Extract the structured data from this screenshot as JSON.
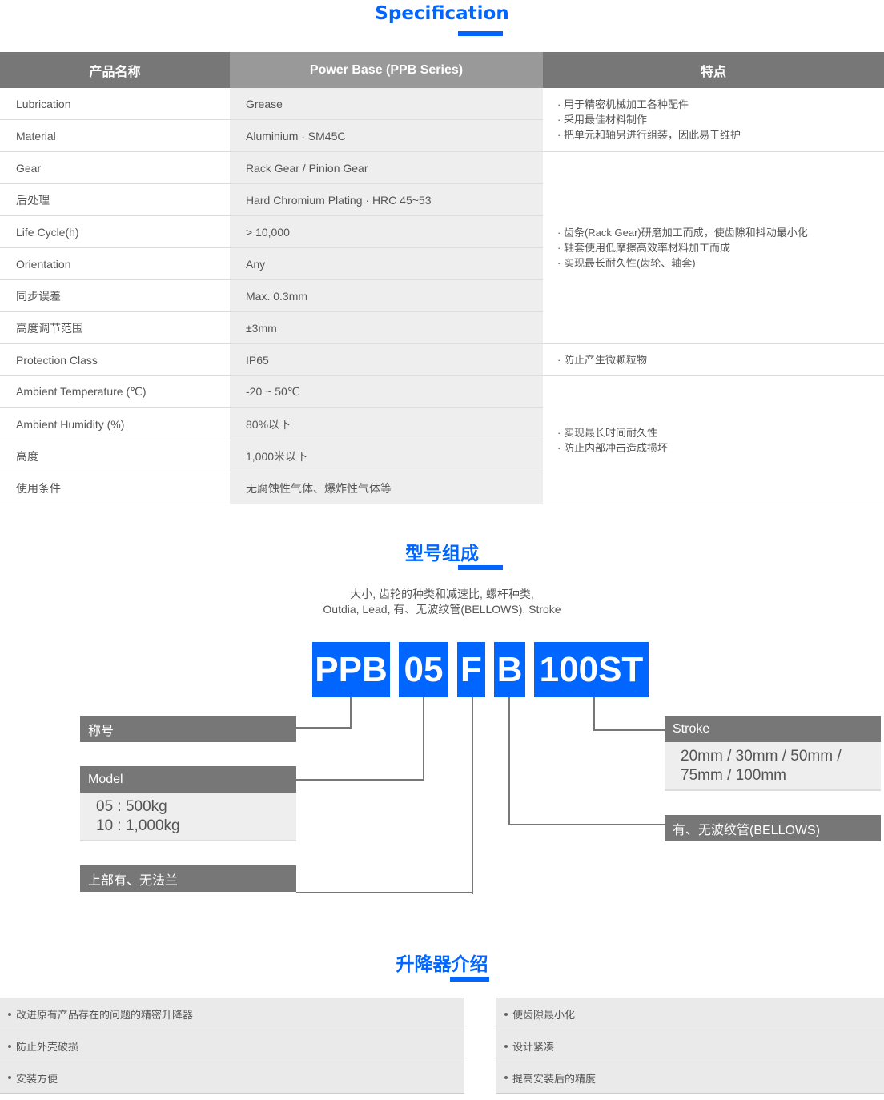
{
  "spec": {
    "title": "Specification",
    "headers": [
      "产品名称",
      "Power Base (PPB Series)",
      "特点"
    ],
    "rows": [
      {
        "name": "Lubrication",
        "value": "Grease"
      },
      {
        "name": "Material",
        "value": "Aluminium · SM45C"
      },
      {
        "name": "Gear",
        "value": "Rack Gear / Pinion Gear"
      },
      {
        "name": "后处理",
        "value": "Hard Chromium Plating · HRC 45~53"
      },
      {
        "name": "Life Cycle(h)",
        "value": "> 10,000"
      },
      {
        "name": "Orientation",
        "value": "Any"
      },
      {
        "name": "同步误差",
        "value": "Max. 0.3mm"
      },
      {
        "name": "高度调节范围",
        "value": "±3mm"
      },
      {
        "name": "Protection Class",
        "value": "IP65"
      },
      {
        "name": "Ambient Temperature (℃)",
        "value": "-20 ~ 50℃"
      },
      {
        "name": "Ambient Humidity (%)",
        "value": "80%以下"
      },
      {
        "name": "高度",
        "value": "1,000米以下"
      },
      {
        "name": "使用条件",
        "value": "无腐蚀性气体、爆炸性气体等"
      }
    ],
    "features": [
      {
        "lines": [
          "· 用于精密机械加工各种配件",
          "· 采用最佳材料制作",
          "· 把单元和轴另进行组装，因此易于维护"
        ]
      },
      {
        "lines": [
          "· 齿条(Rack Gear)研磨加工而成，使齿隙和抖动最小化",
          "· 轴套使用低摩擦高效率材料加工而成",
          "· 实现最长耐久性(齿轮、轴套)"
        ]
      },
      {
        "lines": [
          "· 防止产生微颗粒物"
        ]
      },
      {
        "lines": [
          "· 实现最长时间耐久性",
          "· 防止内部冲击造成损坏"
        ]
      }
    ]
  },
  "model": {
    "title": "型号组成",
    "subtitle_line1": "大小, 齿轮的种类和减速比, 螺杆种类,",
    "subtitle_line2": "Outdia, Lead, 有、无波纹管(BELLOWS), Stroke",
    "codes": [
      "PPB",
      "05",
      "F",
      "B",
      "100ST"
    ],
    "code_color": "#0066ff",
    "labels": {
      "name": {
        "title": "称号"
      },
      "model": {
        "title": "Model",
        "lines": [
          "05 : 500kg",
          "10 : 1,000kg"
        ]
      },
      "flange": {
        "title": "上部有、无法兰"
      },
      "stroke": {
        "title": "Stroke",
        "lines": [
          "20mm / 30mm / 50mm /",
          "75mm / 100mm"
        ]
      },
      "bellows": {
        "title": "有、无波纹管(BELLOWS)"
      }
    }
  },
  "intro": {
    "title": "升降器介绍",
    "left": [
      "改进原有产品存在的问题的精密升降器",
      "防止外壳破损",
      "安装方便"
    ],
    "right": [
      "使齿隙最小化",
      "设计紧凑",
      "提高安装后的精度"
    ]
  }
}
